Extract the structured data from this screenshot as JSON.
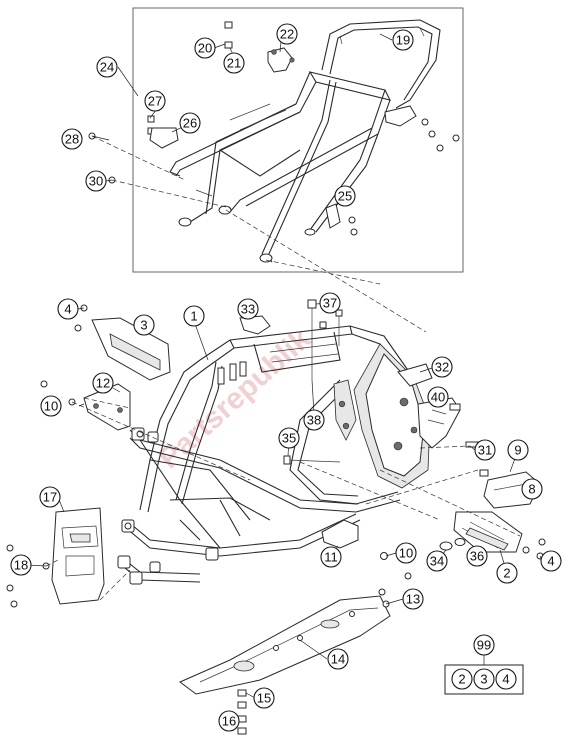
{
  "callouts": {
    "c1": "1",
    "c2": "2",
    "c3": "3",
    "c4a": "4",
    "c4b": "4",
    "c8": "8",
    "c9": "9",
    "c10a": "10",
    "c10b": "10",
    "c11": "11",
    "c12": "12",
    "c13": "13",
    "c14": "14",
    "c15": "15",
    "c16": "16",
    "c17": "17",
    "c18": "18",
    "c19": "19",
    "c20": "20",
    "c21": "21",
    "c22": "22",
    "c24": "24",
    "c25": "25",
    "c26": "26",
    "c27": "27",
    "c28": "28",
    "c30": "30",
    "c31": "31",
    "c32": "32",
    "c33": "33",
    "c34": "34",
    "c35": "35",
    "c36": "36",
    "c37": "37",
    "c38": "38",
    "c40": "40",
    "c99": "99",
    "k2": "2",
    "k3": "3",
    "k4": "4"
  },
  "watermark": "Partsrepublik"
}
